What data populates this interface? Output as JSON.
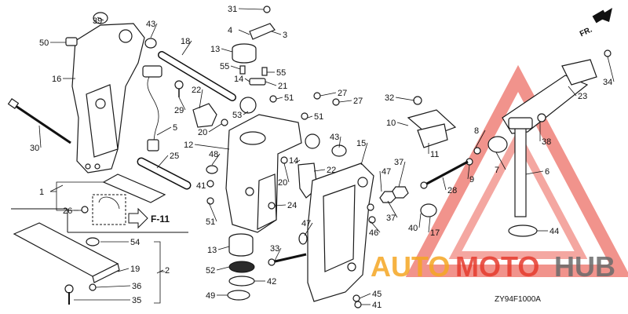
{
  "diagram": {
    "code": "ZY94F1000A",
    "direction_label": "FR.",
    "section_ref": "F-11",
    "watermark": {
      "auto": "AUTO",
      "moto": "MOTO",
      "hub": "HUB",
      "color_orange": "#f5a623",
      "color_red": "#e63b2e",
      "color_grey": "#6b6b6b"
    }
  },
  "callouts": [
    {
      "label": "39"
    },
    {
      "label": "43"
    },
    {
      "label": "50"
    },
    {
      "label": "16"
    },
    {
      "label": "18"
    },
    {
      "label": "31"
    },
    {
      "label": "4"
    },
    {
      "label": "3"
    },
    {
      "label": "13"
    },
    {
      "label": "55"
    },
    {
      "label": "55"
    },
    {
      "label": "14"
    },
    {
      "label": "21"
    },
    {
      "label": "51"
    },
    {
      "label": "29"
    },
    {
      "label": "22"
    },
    {
      "label": "53"
    },
    {
      "label": "27"
    },
    {
      "label": "27"
    },
    {
      "label": "32"
    },
    {
      "label": "51"
    },
    {
      "label": "30"
    },
    {
      "label": "5"
    },
    {
      "label": "20"
    },
    {
      "label": "12"
    },
    {
      "label": "10"
    },
    {
      "label": "11"
    },
    {
      "label": "8"
    },
    {
      "label": "25"
    },
    {
      "label": "48"
    },
    {
      "label": "43"
    },
    {
      "label": "7"
    },
    {
      "label": "6"
    },
    {
      "label": "38"
    },
    {
      "label": "34"
    },
    {
      "label": "23"
    },
    {
      "label": "1"
    },
    {
      "label": "41"
    },
    {
      "label": "20"
    },
    {
      "label": "14"
    },
    {
      "label": "22"
    },
    {
      "label": "15"
    },
    {
      "label": "47"
    },
    {
      "label": "37"
    },
    {
      "label": "28"
    },
    {
      "label": "9"
    },
    {
      "label": "26"
    },
    {
      "label": "24"
    },
    {
      "label": "51"
    },
    {
      "label": "37"
    },
    {
      "label": "46"
    },
    {
      "label": "40"
    },
    {
      "label": "17"
    },
    {
      "label": "44"
    },
    {
      "label": "54"
    },
    {
      "label": "47"
    },
    {
      "label": "33"
    },
    {
      "label": "13"
    },
    {
      "label": "19"
    },
    {
      "label": "2"
    },
    {
      "label": "52"
    },
    {
      "label": "42"
    },
    {
      "label": "36"
    },
    {
      "label": "35"
    },
    {
      "label": "49"
    },
    {
      "label": "45"
    },
    {
      "label": "41"
    }
  ]
}
